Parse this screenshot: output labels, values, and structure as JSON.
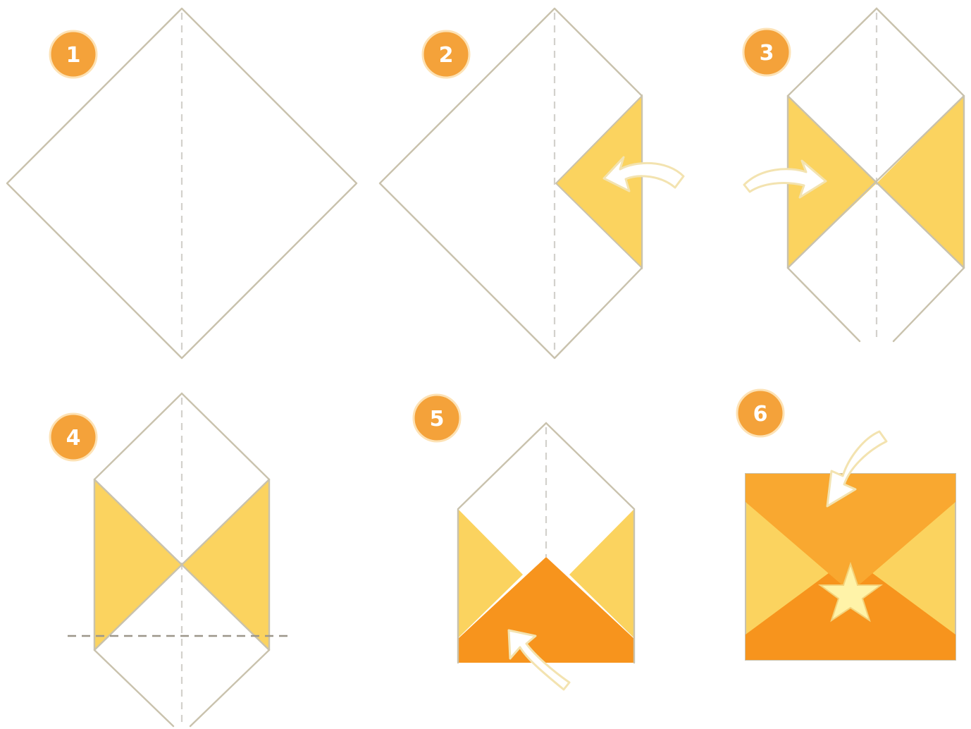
{
  "colors": {
    "paper": "#ffffff",
    "outline": "#c9c2ad",
    "crease": "#d3d1cc",
    "side_flap": "#fbd35f",
    "bottom_flap": "#f7941d",
    "top_flap": "#f9a830",
    "badge": "#f4a23a",
    "star": "#fff3a8"
  },
  "steps": [
    {
      "number": "1"
    },
    {
      "number": "2"
    },
    {
      "number": "3"
    },
    {
      "number": "4"
    },
    {
      "number": "5"
    },
    {
      "number": "6"
    }
  ],
  "icons": {
    "fold_arrow": "curved-arrow-icon",
    "seal": "star-icon"
  }
}
